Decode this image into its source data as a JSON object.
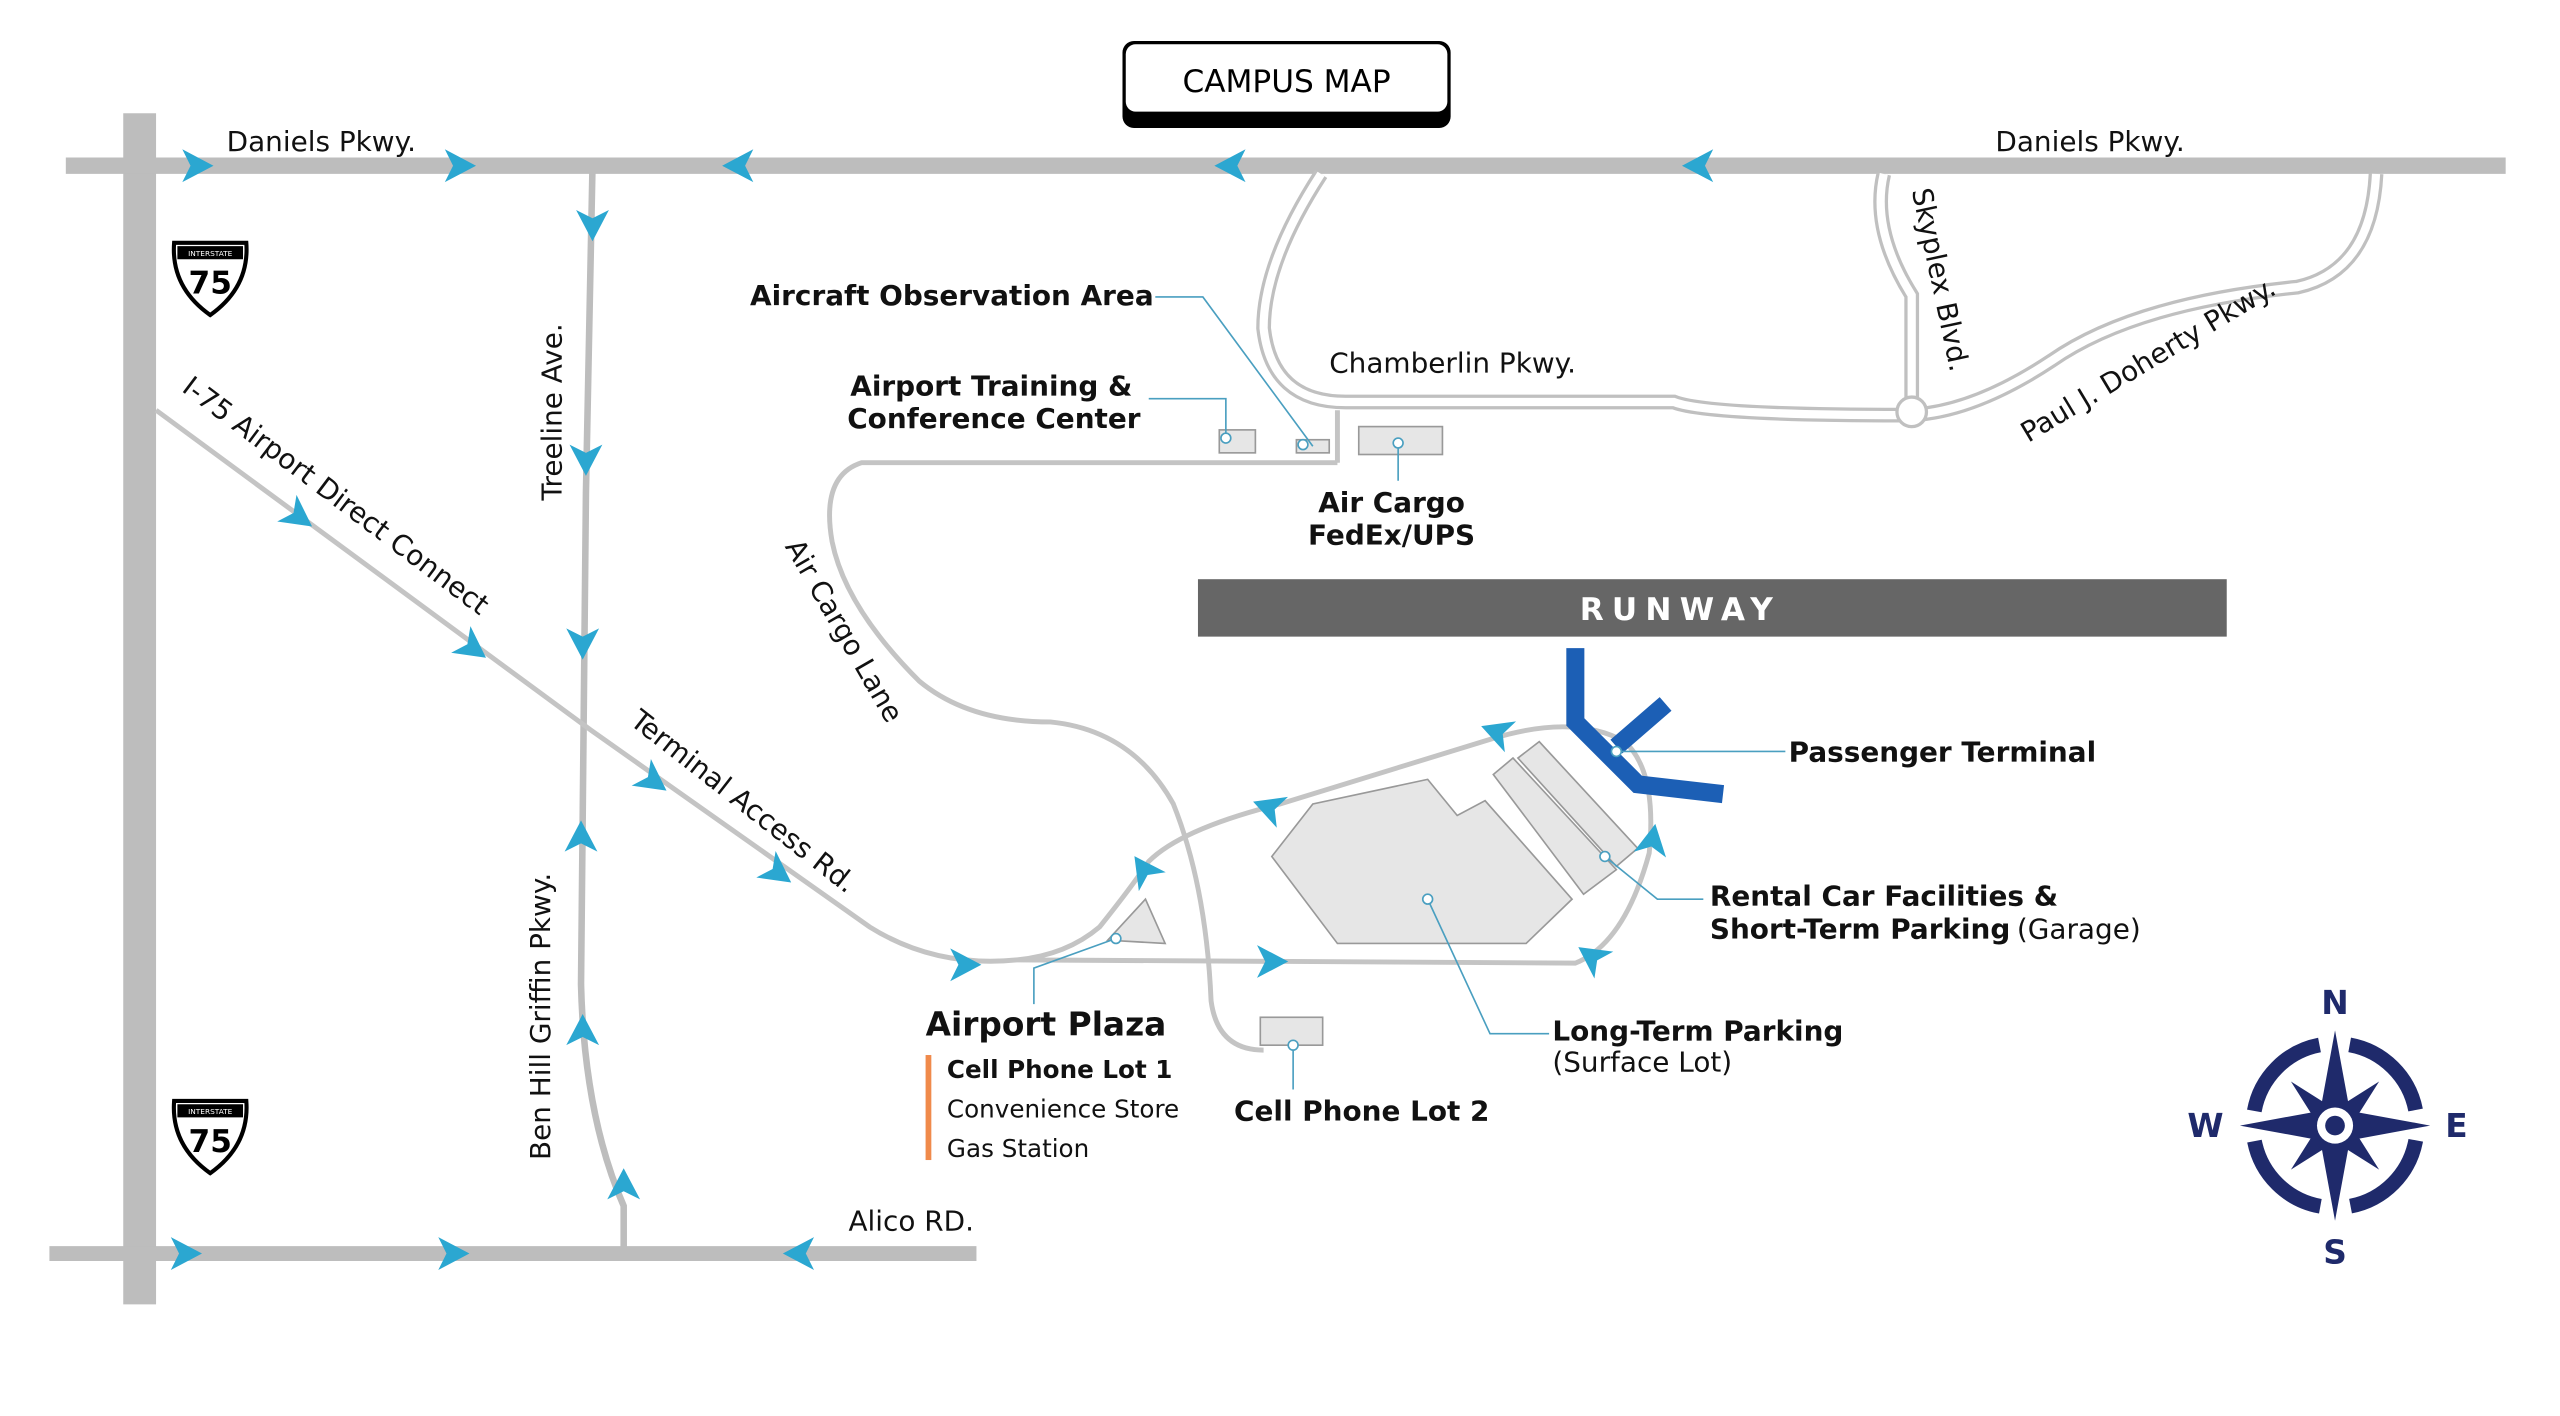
{
  "title": "CAMPUS MAP",
  "colors": {
    "road": "#bdbdbd",
    "arrow": "#2ba7d1",
    "terminal": "#1c5fb5",
    "runway": "#666666",
    "compass": "#1f2a6b",
    "plaza_bar": "#f08a4b"
  },
  "roads": {
    "daniels_west": "Daniels Pkwy.",
    "daniels_east": "Daniels Pkwy.",
    "treeline": "Treeline Ave.",
    "ben_hill": "Ben Hill Griffin Pkwy.",
    "direct_connect": "I-75 Airport Direct Connect",
    "terminal_access": "Terminal Access Rd.",
    "air_cargo_lane": "Air Cargo Lane",
    "chamberlin": "Chamberlin Pkwy.",
    "skyplex": "Skyplex Blvd.",
    "doherty": "Paul J. Doherty Pkwy.",
    "alico": "Alico RD."
  },
  "interstate": {
    "top": "INTERSTATE",
    "number": "75"
  },
  "runway": "RUNWAY",
  "places": {
    "observation": "Aircraft Observation Area",
    "training_1": "Airport Training &",
    "training_2": "Conference Center",
    "cargo_1": "Air Cargo",
    "cargo_2": "FedEx/UPS",
    "terminal": "Passenger Terminal",
    "rental_1": "Rental Car Facilities &",
    "rental_2": "Short-Term Parking",
    "rental_2b": "(Garage)",
    "longterm_1": "Long-Term Parking",
    "longterm_2": "(Surface Lot)",
    "cell2": "Cell Phone Lot 2",
    "plaza": "Airport Plaza",
    "plaza_items": [
      "Cell Phone Lot 1",
      "Convenience Store",
      "Gas Station"
    ]
  },
  "compass": {
    "n": "N",
    "s": "S",
    "e": "E",
    "w": "W"
  }
}
